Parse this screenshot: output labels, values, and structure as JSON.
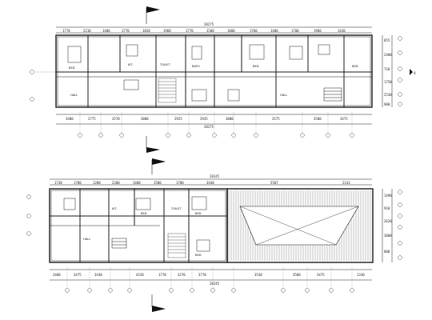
{
  "drawing": {
    "upper_plan": {
      "overall_top": "28275",
      "overall_bottom": "28275",
      "top_dims": [
        "1770",
        "2210",
        "1400",
        "1770",
        "1820",
        "1960",
        "1770",
        "1500",
        "1800",
        "1760",
        "1400",
        "1700",
        "1960",
        "1430"
      ],
      "bottom_dims": [
        "3400",
        "2775",
        "3570",
        "3800",
        "2925",
        "2935",
        "3800",
        "3575",
        "3500",
        "3475"
      ],
      "right_dims": [
        "855",
        "2400",
        "710",
        "1750",
        "2530",
        "980"
      ],
      "rooms": [
        "BED",
        "KIT",
        "TOILET",
        "BATH",
        "HALL",
        "BED",
        "HALL",
        "BED"
      ]
    },
    "lower_plan": {
      "overall_top": "28245",
      "overall_bottom": "28245",
      "top_dims": [
        "1730",
        "1780",
        "1200",
        "2200",
        "1400",
        "1500",
        "1780",
        "3440",
        "5507",
        "2143"
      ],
      "bottom_dims": [
        "3400",
        "3475",
        "3430",
        "4150",
        "1770",
        "3270",
        "3770",
        "3530",
        "3500",
        "3475",
        "1330"
      ],
      "right_dims": [
        "1490",
        "910",
        "2620",
        "3000",
        "800"
      ],
      "rooms": [
        "BED",
        "KIT",
        "BED",
        "HALL",
        "BED",
        "TOILET"
      ]
    },
    "section_marker": "A"
  },
  "colors": {
    "line": "#1a1a1a",
    "wall": "#111111",
    "hatch": "#333333",
    "grid": "#555555"
  }
}
